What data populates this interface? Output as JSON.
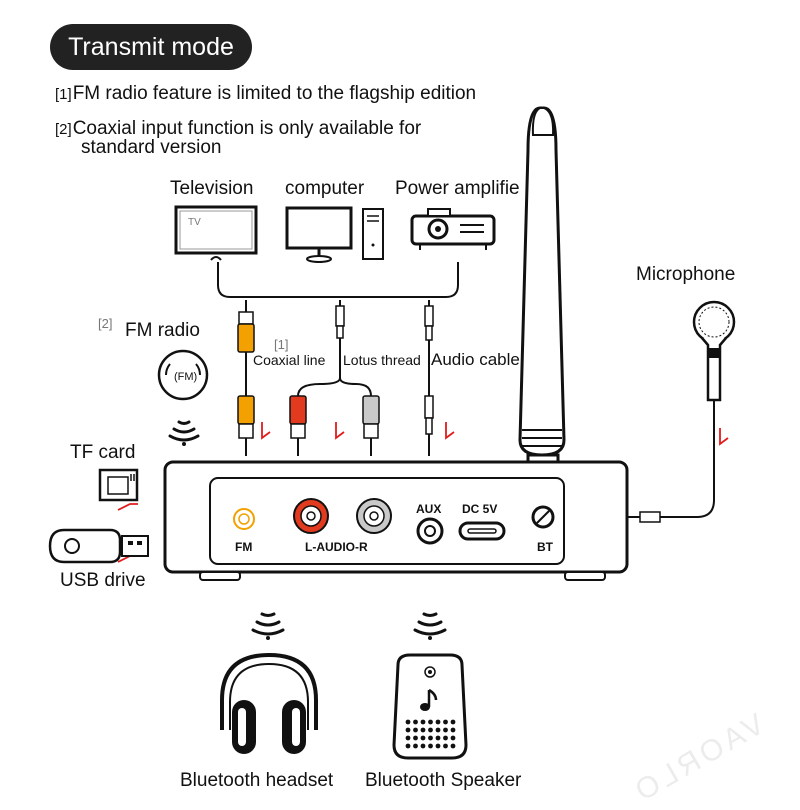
{
  "header": {
    "mode_title": "Transmit mode"
  },
  "notes": [
    {
      "tag": "[1]",
      "text": "FM radio feature is limited to the flagship edition"
    },
    {
      "tag": "[2]",
      "text": "Coaxial input function is only available for",
      "text2": "standard version"
    }
  ],
  "sources": {
    "television": "Television",
    "tv_screen_text": "TV",
    "computer": "computer",
    "power_amplifier": "Power amplifie"
  },
  "cables": {
    "coaxial_tag": "[1]",
    "coaxial": "Coaxial line",
    "lotus": "Lotus thread",
    "audio": "Audio cable"
  },
  "fm": {
    "tag": "[2]",
    "label": "FM radio",
    "icon_text": "(FM)"
  },
  "storage": {
    "tf_card": "TF card",
    "usb_drive": "USB drive"
  },
  "microphone": "Microphone",
  "device_ports": {
    "fm": "FM",
    "audio": "L-AUDIO-R",
    "aux": "AUX",
    "dc": "DC 5V",
    "bt": "BT"
  },
  "outputs": {
    "headset": "Bluetooth headset",
    "speaker": "Bluetooth Speaker"
  },
  "watermark": "VAORLO",
  "colors": {
    "pill_bg": "#222222",
    "rca_orange": "#f2a100",
    "rca_red": "#e23a1e",
    "rca_gray": "#c9c9c9",
    "arrow_red": "#e11b1b",
    "line": "#111111"
  }
}
